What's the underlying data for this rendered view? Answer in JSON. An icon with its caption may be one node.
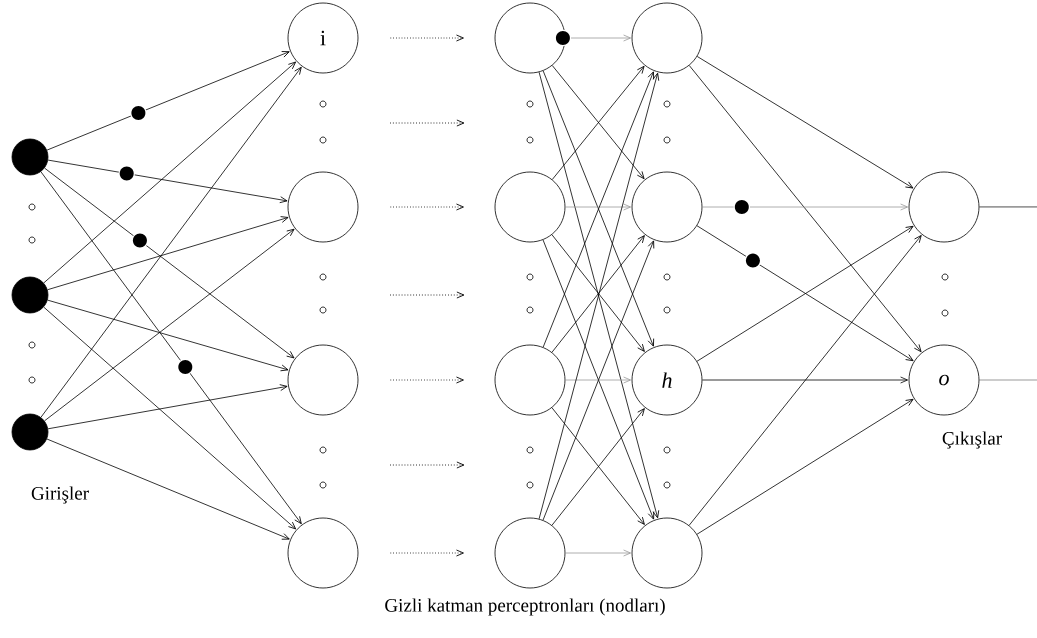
{
  "diagram": {
    "nodes": [
      {
        "text": [],
        "shape": "circle"
      },
      {
        "text": [],
        "shape": "circle"
      },
      {
        "text": [],
        "shape": "circle"
      },
      {
        "text": [
          "i"
        ]
      },
      {
        "text": [],
        "shape": "circle"
      },
      {
        "text": [],
        "shape": "circle"
      },
      {
        "text": [],
        "shape": "circle"
      },
      {
        "text": [],
        "shape": "circle"
      },
      {
        "text": [],
        "shape": "circle"
      },
      {
        "text": [],
        "shape": "circle"
      },
      {
        "text": [],
        "shape": "circle"
      },
      {
        "text": [],
        "shape": "circle"
      },
      {
        "text": [],
        "shape": "circle"
      },
      {
        "text": [
          "*h*"
        ]
      },
      {
        "text": [],
        "shape": "circle"
      },
      {
        "text": [],
        "shape": "circle"
      },
      {
        "text": [
          "*o*"
        ]
      }
    ],
    "edges": [
      {
        "from": 0,
        "to": 3,
        "arrow": "to"
      },
      {
        "from": 0,
        "to": 4,
        "arrow": "to"
      },
      {
        "from": 0,
        "to": 5,
        "arrow": "to"
      },
      {
        "from": 0,
        "to": 6,
        "arrow": "to"
      },
      {
        "from": 1,
        "to": 3,
        "arrow": "to"
      },
      {
        "from": 1,
        "to": 4,
        "arrow": "to"
      },
      {
        "from": 1,
        "to": 5,
        "arrow": "to"
      },
      {
        "from": 1,
        "to": 6,
        "arrow": "to"
      },
      {
        "from": 2,
        "to": 3,
        "arrow": "to"
      },
      {
        "from": 2,
        "to": 4,
        "arrow": "to"
      },
      {
        "from": 2,
        "to": 5,
        "arrow": "to"
      },
      {
        "from": 2,
        "to": 6,
        "arrow": "to"
      },
      {
        "from": 3,
        "to": 7,
        "arrow": "to",
        "style": "dashed"
      },
      {
        "from": 4,
        "to": 8,
        "arrow": "to",
        "style": "dashed"
      },
      {
        "from": 5,
        "to": 9,
        "arrow": "to",
        "style": "dashed"
      },
      {
        "from": 6,
        "to": 10,
        "arrow": "to",
        "style": "dashed"
      },
      {
        "from": 7,
        "to": 11,
        "arrow": "to",
        "color": "#999999"
      },
      {
        "from": 7,
        "to": 12,
        "arrow": "to"
      },
      {
        "from": 7,
        "to": 13,
        "arrow": "to"
      },
      {
        "from": 7,
        "to": 14,
        "arrow": "to"
      },
      {
        "from": 8,
        "to": 11,
        "arrow": "to"
      },
      {
        "from": 8,
        "to": 12,
        "arrow": "to",
        "color": "#999999"
      },
      {
        "from": 8,
        "to": 13,
        "arrow": "to"
      },
      {
        "from": 8,
        "to": 14,
        "arrow": "to"
      },
      {
        "from": 9,
        "to": 11,
        "arrow": "to"
      },
      {
        "from": 9,
        "to": 12,
        "arrow": "to"
      },
      {
        "from": 9,
        "to": 13,
        "arrow": "to",
        "color": "#999999"
      },
      {
        "from": 9,
        "to": 14,
        "arrow": "to"
      },
      {
        "from": 10,
        "to": 11,
        "arrow": "to"
      },
      {
        "from": 10,
        "to": 12,
        "arrow": "to"
      },
      {
        "from": 10,
        "to": 13,
        "arrow": "to"
      },
      {
        "from": 10,
        "to": 14,
        "arrow": "to",
        "color": "#999999"
      },
      {
        "from": 11,
        "to": 15,
        "arrow": "to"
      },
      {
        "from": 11,
        "to": 16,
        "arrow": "to"
      },
      {
        "from": 12,
        "to": 15,
        "arrow": "to",
        "color": "#999999"
      },
      {
        "from": 12,
        "to": 16,
        "arrow": "to"
      },
      {
        "from": 13,
        "to": 15,
        "arrow": "to"
      },
      {
        "from": 13,
        "to": 16,
        "arrow": "to"
      },
      {
        "from": 14,
        "to": 15,
        "arrow": "to"
      },
      {
        "from": 14,
        "to": 16,
        "arrow": "to"
      },
      {
        "from": 15,
        "to": null,
        "arrow": "none"
      },
      {
        "from": 16,
        "to": null,
        "arrow": "none"
      }
    ],
    "labels": [
      "Girişler",
      "Çıkışlar",
      "Gizli katman perceptronları (nodları)"
    ]
  }
}
